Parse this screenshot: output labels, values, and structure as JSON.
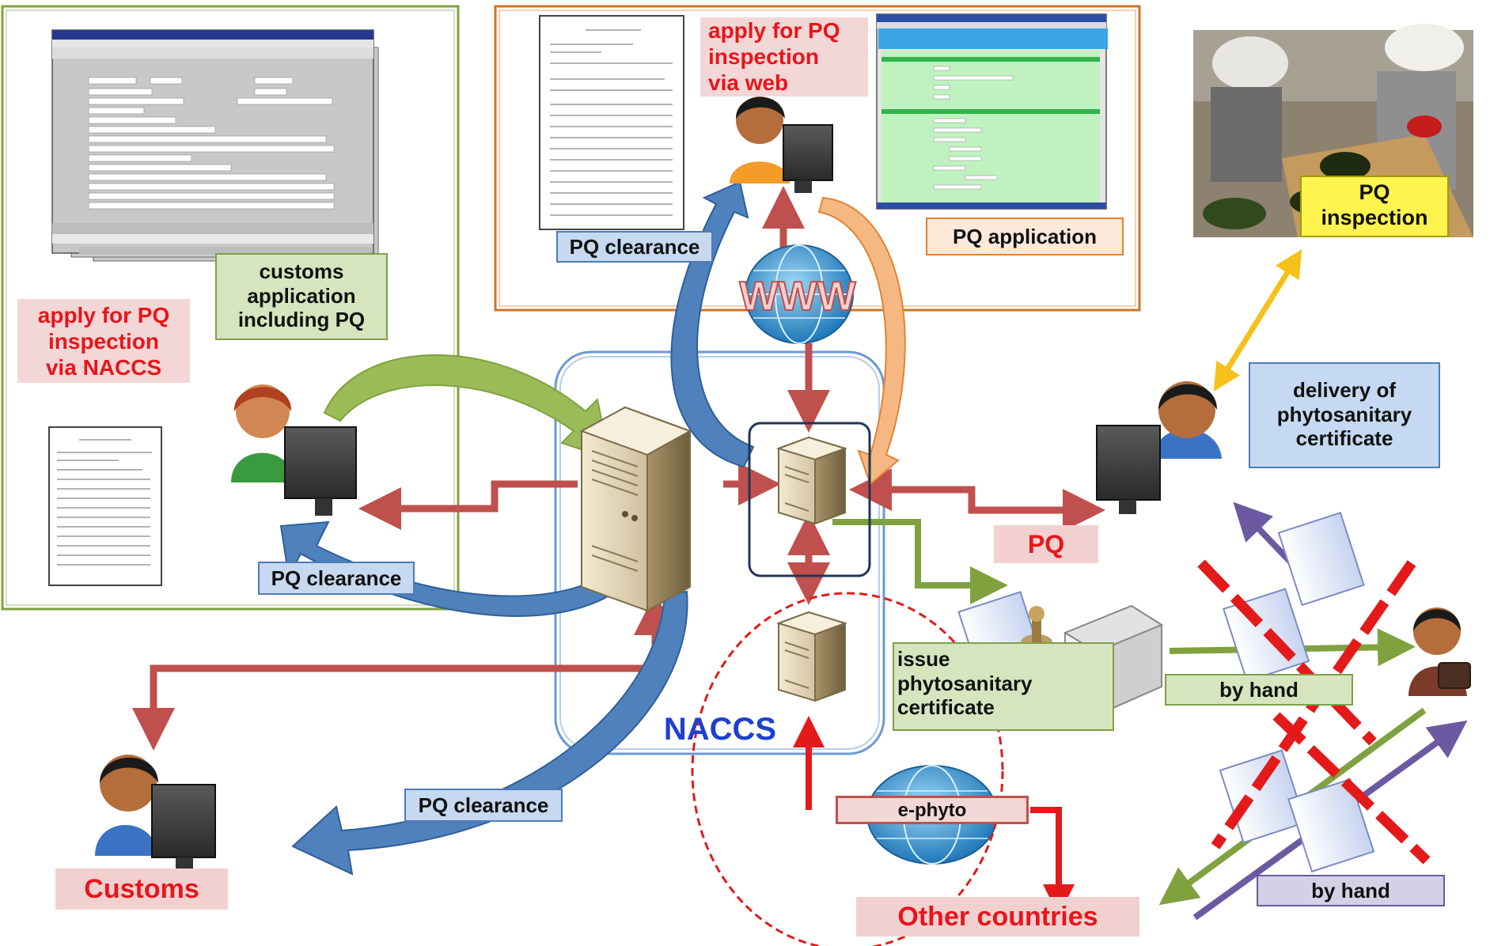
{
  "labels": {
    "apply_web": "apply for PQ\ninspection\nvia web",
    "pq_application": "PQ application",
    "pq_clearance_top": "PQ clearance",
    "customs_app": "customs\napplication\nincluding PQ",
    "apply_naccs": "apply for PQ\ninspection\nvia NACCS",
    "pq_clearance_left": "PQ clearance",
    "pq_clearance_bottom": "PQ clearance",
    "customs": "Customs",
    "naccs": "NACCS",
    "pq_inspection": "PQ\ninspection",
    "delivery": "delivery of\nphytosanitary\ncertificate",
    "pq": "PQ",
    "issue": "issue\nphytosanitary\ncertificate",
    "by_hand_top": "by  hand",
    "by_hand_bottom": "by  hand",
    "ephyto": "e-phyto",
    "other_countries": "Other countries",
    "www": "WWW"
  },
  "colors": {
    "red_arrow": "#c0504d",
    "green_arrow": "#7fa23f",
    "blue_arrow": "#3d74b5",
    "orange_arrow": "#eb8c3c",
    "yellow_arrow": "#f5c11a",
    "purple_arrow": "#6b5aa1",
    "bright_red": "#e41a1a"
  }
}
